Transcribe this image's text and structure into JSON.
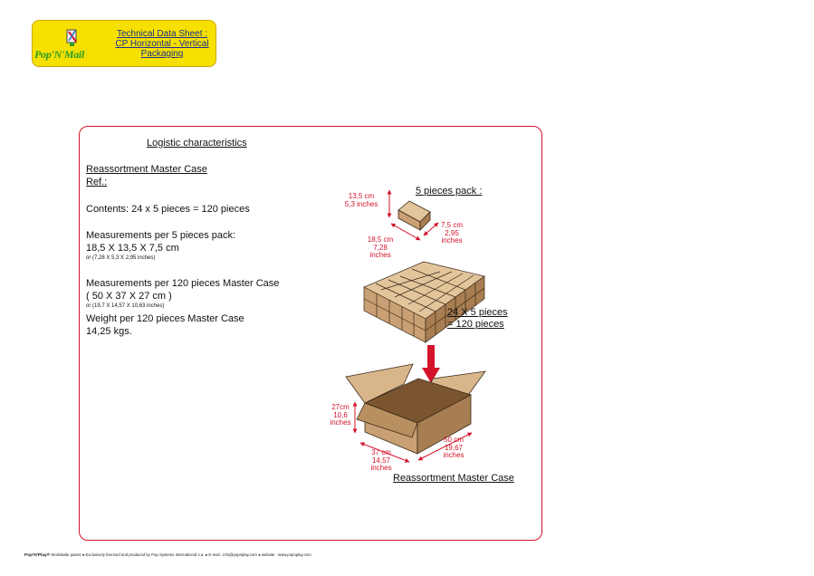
{
  "header": {
    "logo_text": "Pop'N'Mail",
    "title_lines": [
      "Technical Data Sheet :",
      "CP Horizontal - Vertical",
      "Packaging"
    ]
  },
  "section_title": "Logistic characteristics",
  "product": {
    "name": "Reassortment Master Case",
    "ref_label": "Ref.:"
  },
  "contents": "Contents: 24 x 5 pieces = 120 pieces",
  "pack": {
    "heading": "Measurements per 5 pieces pack:",
    "metric": "18,5 X 13,5 X 7,5 cm",
    "imperial": "or (7,28 X 5,3 X 2,95 inches)"
  },
  "case": {
    "heading": "Measurements per 120 pieces Master Case",
    "metric": "( 50 X 37 X 27 cm )",
    "imperial": "or (19,7 X 14,57 X 10,63 inches)",
    "weight_heading": "Weight per 120 pieces Master Case",
    "weight_value": "14,25 kgs."
  },
  "diagram": {
    "pack_label": "5 pieces pack :",
    "pack_height": [
      "13,5 cm",
      "5,3 inches"
    ],
    "pack_length": [
      "18,5 cm",
      "7,28",
      "inches"
    ],
    "pack_depth": [
      "7,5 cm",
      "2,95",
      "inches"
    ],
    "stack_label": [
      "24 X 5 pieces",
      "= 120 pieces"
    ],
    "case_height": [
      "27cm",
      "10,6",
      "inches"
    ],
    "case_width": [
      "37 cm",
      "14,57",
      "inches"
    ],
    "case_length": [
      "50 cm",
      "19,67",
      "inches"
    ],
    "case_caption": "Reassortment Master Case"
  },
  "footer": {
    "brand": "Pop'N'Play®",
    "text": "Worldwide patent ● Exclusively licensed and produced by Pop Systems International s.a. ● E-mail : info@popnplay.com ● website : www.popnplay.com"
  },
  "colors": {
    "accent_red": "#d3132a",
    "badge_yellow": "#f6e000",
    "header_blue": "#1b2f8f",
    "logo_green": "#2a9d2a",
    "cardboard": "#c9a074"
  }
}
